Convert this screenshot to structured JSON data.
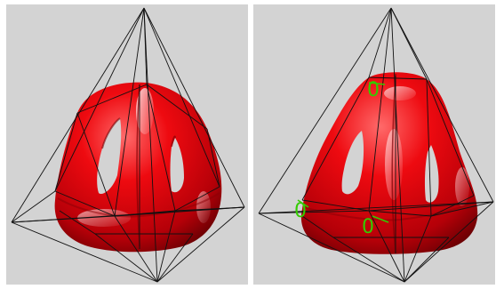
{
  "figure": {
    "panels": [
      {
        "id": "left",
        "markers": []
      },
      {
        "id": "right",
        "markers": [
          {
            "label": "0"
          },
          {
            "label": "0"
          },
          {
            "label": "0"
          }
        ]
      }
    ]
  },
  "colors": {
    "background": "#d3d3d3",
    "surface": "#e8000a",
    "surface_dark": "#8f0005",
    "surface_highlight": "#ffb3b3",
    "control_net": "#111111",
    "marker": "#33cc00"
  }
}
